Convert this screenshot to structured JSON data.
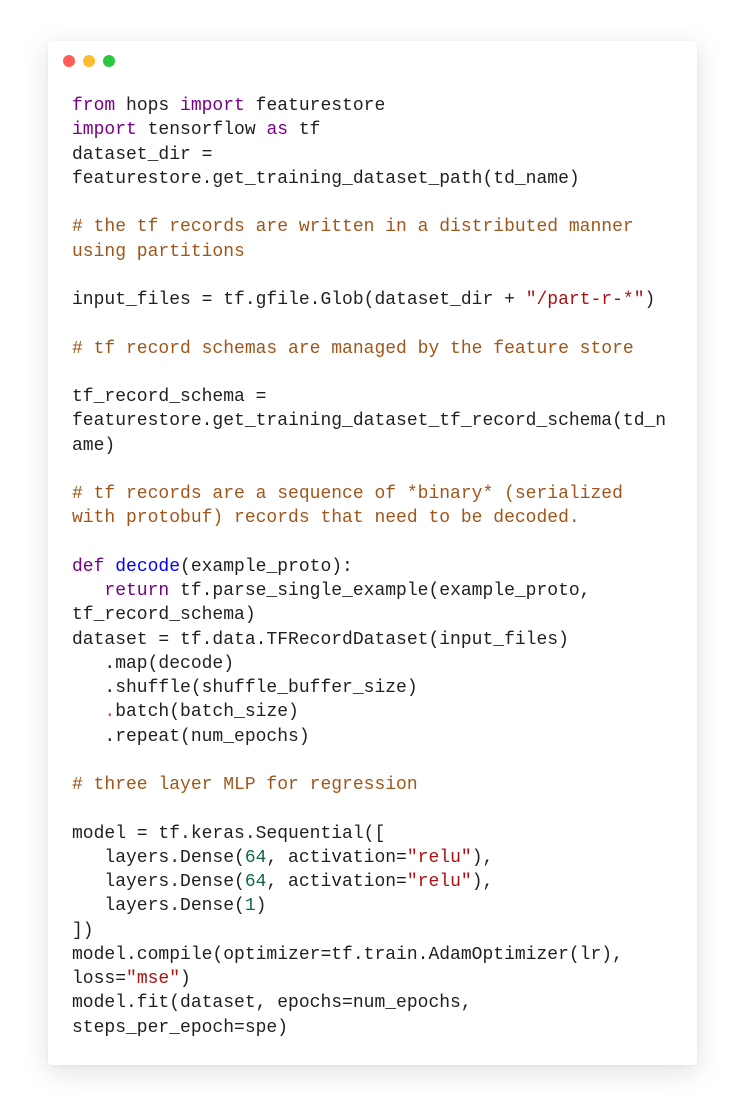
{
  "window": {
    "controls": [
      {
        "name": "close",
        "color": "#ff5f57"
      },
      {
        "name": "minimize",
        "color": "#febc2e"
      },
      {
        "name": "maximize",
        "color": "#28c840"
      }
    ]
  },
  "colors": {
    "keyword": "#770088",
    "function_def": "#0000ff",
    "comment": "#a0561a",
    "string": "#aa1111",
    "number": "#116644",
    "text": "#1f1f1f"
  },
  "code": {
    "language": "python",
    "lines": [
      [
        {
          "t": "kw",
          "v": "from"
        },
        {
          "t": "id",
          "v": " hops "
        },
        {
          "t": "kw",
          "v": "import"
        },
        {
          "t": "id",
          "v": " featurestore"
        }
      ],
      [
        {
          "t": "kw",
          "v": "import"
        },
        {
          "t": "id",
          "v": " tensorflow "
        },
        {
          "t": "kw",
          "v": "as"
        },
        {
          "t": "id",
          "v": " tf"
        }
      ],
      [
        {
          "t": "id",
          "v": "dataset_dir ="
        }
      ],
      [
        {
          "t": "id",
          "v": "featurestore.get_training_dataset_path(td_name)"
        }
      ],
      [],
      [
        {
          "t": "cm",
          "v": "# the tf records are written in a distributed manner"
        }
      ],
      [
        {
          "t": "cm",
          "v": "using partitions"
        }
      ],
      [],
      [
        {
          "t": "id",
          "v": "input_files = tf.gfile.Glob(dataset_dir + "
        },
        {
          "t": "st",
          "v": "\"/part-r-*\""
        },
        {
          "t": "id",
          "v": ")"
        }
      ],
      [],
      [
        {
          "t": "cm",
          "v": "# tf record schemas are managed by the feature store"
        }
      ],
      [],
      [
        {
          "t": "id",
          "v": "tf_record_schema ="
        }
      ],
      [
        {
          "t": "id",
          "v": "featurestore.get_training_dataset_tf_record_schema(td_n"
        }
      ],
      [
        {
          "t": "id",
          "v": "ame)"
        }
      ],
      [],
      [
        {
          "t": "cm",
          "v": "# tf records are a sequence of *binary* (serialized"
        }
      ],
      [
        {
          "t": "cm",
          "v": "with protobuf) records that need to be decoded."
        }
      ],
      [],
      [
        {
          "t": "kw",
          "v": "def"
        },
        {
          "t": "id",
          "v": " "
        },
        {
          "t": "fn",
          "v": "decode"
        },
        {
          "t": "id",
          "v": "(example_proto):"
        }
      ],
      [
        {
          "t": "id",
          "v": "   "
        },
        {
          "t": "kw",
          "v": "return"
        },
        {
          "t": "id",
          "v": " tf.parse_single_example(example_proto,"
        }
      ],
      [
        {
          "t": "id",
          "v": "tf_record_schema)"
        }
      ],
      [
        {
          "t": "id",
          "v": "dataset = tf.data.TFRecordDataset(input_files)"
        }
      ],
      [
        {
          "t": "id",
          "v": "   .map(decode)"
        }
      ],
      [
        {
          "t": "id",
          "v": "   .shuffle(shuffle_buffer_size)"
        }
      ],
      [
        {
          "t": "id",
          "v": "   "
        },
        {
          "t": "dotred",
          "v": "."
        },
        {
          "t": "id",
          "v": "batch(batch_size)"
        }
      ],
      [
        {
          "t": "id",
          "v": "   .repeat(num_epochs)"
        }
      ],
      [],
      [
        {
          "t": "cm",
          "v": "# three layer MLP for regression"
        }
      ],
      [],
      [
        {
          "t": "id",
          "v": "model = tf.keras.Sequential(["
        }
      ],
      [
        {
          "t": "id",
          "v": "   layers.Dense("
        },
        {
          "t": "nm",
          "v": "64"
        },
        {
          "t": "id",
          "v": ", activation="
        },
        {
          "t": "st",
          "v": "\"relu\""
        },
        {
          "t": "id",
          "v": "),"
        }
      ],
      [
        {
          "t": "id",
          "v": "   layers.Dense("
        },
        {
          "t": "nm",
          "v": "64"
        },
        {
          "t": "id",
          "v": ", activation="
        },
        {
          "t": "st",
          "v": "\"relu\""
        },
        {
          "t": "id",
          "v": "),"
        }
      ],
      [
        {
          "t": "id",
          "v": "   layers.Dense("
        },
        {
          "t": "nm",
          "v": "1"
        },
        {
          "t": "id",
          "v": ")"
        }
      ],
      [
        {
          "t": "id",
          "v": "])"
        }
      ],
      [
        {
          "t": "id",
          "v": "model.compile(optimizer=tf.train.AdamOptimizer(lr),"
        }
      ],
      [
        {
          "t": "id",
          "v": "loss="
        },
        {
          "t": "st",
          "v": "\"mse\""
        },
        {
          "t": "id",
          "v": ")"
        }
      ],
      [
        {
          "t": "id",
          "v": "model.fit(dataset, epochs=num_epochs,"
        }
      ],
      [
        {
          "t": "id",
          "v": "steps_per_epoch=spe)"
        }
      ]
    ]
  }
}
